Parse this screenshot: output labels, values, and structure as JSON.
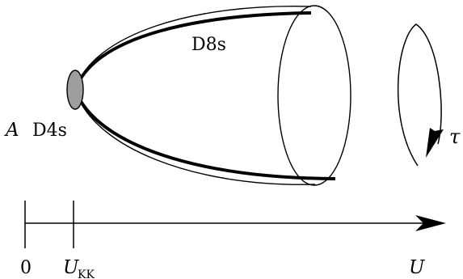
{
  "labels": {
    "d8s": "D8s",
    "d4s": "D4s",
    "a": "A",
    "tau": "τ",
    "zero": "0",
    "u_kk_main": "U",
    "u_kk_sub": "KK",
    "u": "U"
  },
  "colors": {
    "stroke": "#000000",
    "d4_fill": "#9e9e9e",
    "background": "#ffffff"
  }
}
